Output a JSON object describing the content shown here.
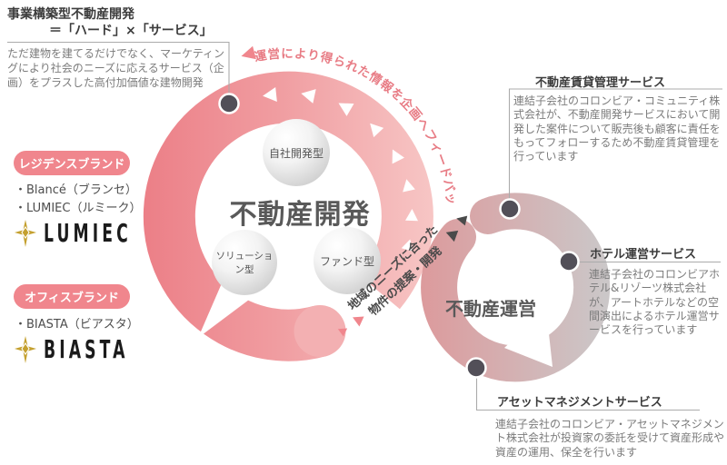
{
  "colors": {
    "pink_ring_start": "#EC7F87",
    "pink_ring_end": "#F7C6C5",
    "gray_ring_start": "#DC9B9D",
    "gray_ring_end": "#CBC7C8",
    "badge_pink": "#F0868D",
    "accent_text_pink": "#E87C85",
    "dark_label": "#595959",
    "dot_gray": "#524F58",
    "logo_gold": "#C4A02F"
  },
  "top_left": {
    "title_line1": "事業構築型不動産開発",
    "title_line2": "＝「ハード」×「サービス」",
    "description": "ただ建物を建てるだけでなく、マーケティングにより社会のニーズに応えるサービス（企画）をプラスした高付加価値な建物開発"
  },
  "brands": {
    "residence": {
      "badge": "レジデンスブランド",
      "item1": "・Blancé（ブランセ）",
      "item2": "・LUMIEC（ルミーク）",
      "logo_text": "LUMIEC"
    },
    "office": {
      "badge": "オフィスブランド",
      "item1": "・BIASTA（ビアスタ）",
      "logo_text": "BIASTA"
    }
  },
  "development_circle": {
    "label": "不動産開発",
    "sphere1": "自社開発型",
    "sphere2": "ソリューション型",
    "sphere3": "ファンド型"
  },
  "operation_circle": {
    "label": "不動産運営"
  },
  "flow_texts": {
    "feedback": "運営により得られた情報を企画へフィードバック",
    "proposal_line1": "地域のニーズに合った",
    "proposal_line2": "物件の提案・開発"
  },
  "services": {
    "leasing": {
      "title": "不動産賃貸管理サービス",
      "body": "連結子会社のコロンビア・コミュニティ株式会社が、不動産開発サービスにおいて開発した案件について販売後も顧客に責任をもってフォローするため不動産賃貸管理を行っています"
    },
    "hotel": {
      "title": "ホテル運営サービス",
      "body": "連結子会社のコロンビアホテル&リゾーツ株式会社が、アートホテルなどの空間演出によるホテル運営サービスを行っています"
    },
    "asset": {
      "title": "アセットマネジメントサービス",
      "body": "連結子会社のコロンビア・アセットマネジメント株式会社が投資家の委託を受けて資産形成や資産の運用、保全を行います"
    }
  }
}
